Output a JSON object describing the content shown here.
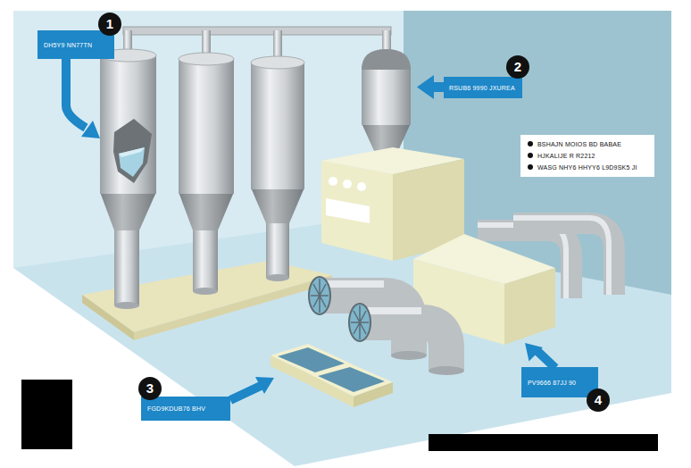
{
  "diagram": {
    "nodes": [
      {
        "text": [
          "DH5Y9 NN77TN"
        ]
      },
      {
        "text": [
          "RSUB6 9990 JXUREA"
        ]
      },
      {
        "text": [
          "BSHAJN MOIOS BD BABAE",
          "HJKALIJE R R2212",
          "WASG NHY6 HHYY6 L9D9SK5 JI"
        ]
      },
      {
        "text": [
          "FGD9KDUB76 BHV"
        ]
      },
      {
        "text": [
          "PV9666 87JJ 90"
        ]
      }
    ],
    "labels": [
      "1",
      "2",
      "3",
      "4"
    ]
  }
}
